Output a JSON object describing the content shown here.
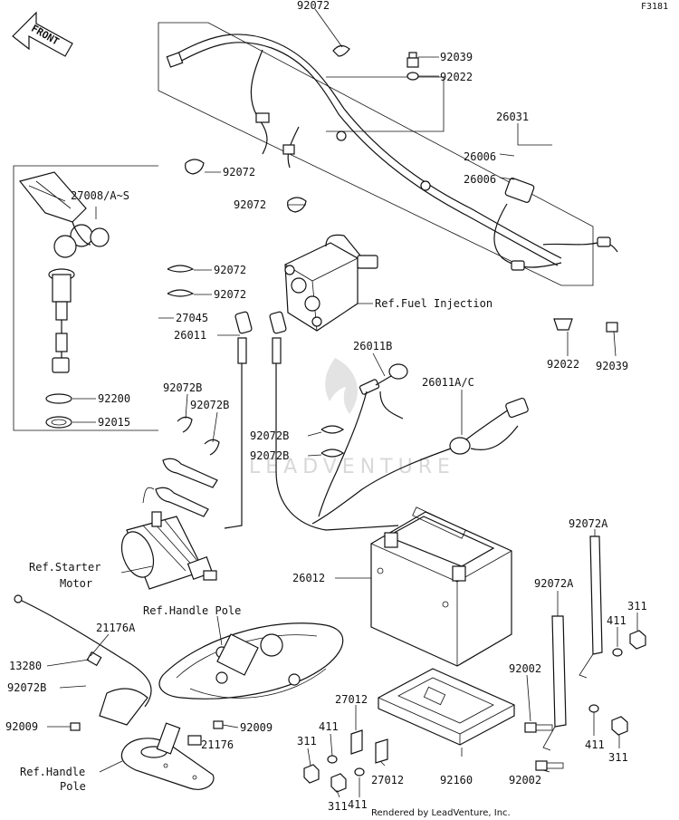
{
  "figure_code": "F3181",
  "front_label": "FRONT",
  "watermark": "LEADVENTURE",
  "footer": "Rendered by LeadVenture, Inc.",
  "callouts": [
    {
      "id": "c-92072-top",
      "text": "92072"
    },
    {
      "id": "c-92039-top",
      "text": "92039"
    },
    {
      "id": "c-92022-top",
      "text": "92022"
    },
    {
      "id": "c-26031",
      "text": "26031"
    },
    {
      "id": "c-26006-a",
      "text": "26006"
    },
    {
      "id": "c-26006-b",
      "text": "26006"
    },
    {
      "id": "c-92072-b",
      "text": "92072"
    },
    {
      "id": "c-92072-c",
      "text": "92072"
    },
    {
      "id": "c-27008",
      "text": "27008/A~S"
    },
    {
      "id": "c-92072-d",
      "text": "92072"
    },
    {
      "id": "c-92072-e",
      "text": "92072"
    },
    {
      "id": "c-27045",
      "text": "27045"
    },
    {
      "id": "c-ref-fuel",
      "text": "Ref.Fuel Injection"
    },
    {
      "id": "c-26011",
      "text": "26011"
    },
    {
      "id": "c-92022-r",
      "text": "92022"
    },
    {
      "id": "c-92039-r",
      "text": "92039"
    },
    {
      "id": "c-26011b",
      "text": "26011B"
    },
    {
      "id": "c-92200",
      "text": "92200"
    },
    {
      "id": "c-92015",
      "text": "92015"
    },
    {
      "id": "c-92072b-1",
      "text": "92072B"
    },
    {
      "id": "c-92072b-2",
      "text": "92072B"
    },
    {
      "id": "c-26011ac",
      "text": "26011A/C"
    },
    {
      "id": "c-92072b-3",
      "text": "92072B"
    },
    {
      "id": "c-92072b-4",
      "text": "92072B"
    },
    {
      "id": "c-92072a-1",
      "text": "92072A"
    },
    {
      "id": "c-ref-starter-1",
      "text": "Ref.Starter"
    },
    {
      "id": "c-ref-starter-2",
      "text": "Motor"
    },
    {
      "id": "c-26012",
      "text": "26012"
    },
    {
      "id": "c-92072a-2",
      "text": "92072A"
    },
    {
      "id": "c-ref-handle-top",
      "text": "Ref.Handle Pole"
    },
    {
      "id": "c-311-a",
      "text": "311"
    },
    {
      "id": "c-411-a",
      "text": "411"
    },
    {
      "id": "c-21176a",
      "text": "21176A"
    },
    {
      "id": "c-13280",
      "text": "13280"
    },
    {
      "id": "c-92002-a",
      "text": "92002"
    },
    {
      "id": "c-92072b-5",
      "text": "92072B"
    },
    {
      "id": "c-27012-a",
      "text": "27012"
    },
    {
      "id": "c-92009-a",
      "text": "92009"
    },
    {
      "id": "c-92009-b",
      "text": "92009"
    },
    {
      "id": "c-411-b",
      "text": "411"
    },
    {
      "id": "c-311-b",
      "text": "311"
    },
    {
      "id": "c-311-c",
      "text": "311"
    },
    {
      "id": "c-21176",
      "text": "21176"
    },
    {
      "id": "c-411-c",
      "text": "411"
    },
    {
      "id": "c-ref-handle-1",
      "text": "Ref.Handle"
    },
    {
      "id": "c-ref-handle-2",
      "text": "Pole"
    },
    {
      "id": "c-27012-b",
      "text": "27012"
    },
    {
      "id": "c-92160",
      "text": "92160"
    },
    {
      "id": "c-92002-b",
      "text": "92002"
    },
    {
      "id": "c-411-d",
      "text": "411"
    },
    {
      "id": "c-311-d",
      "text": "311"
    }
  ]
}
